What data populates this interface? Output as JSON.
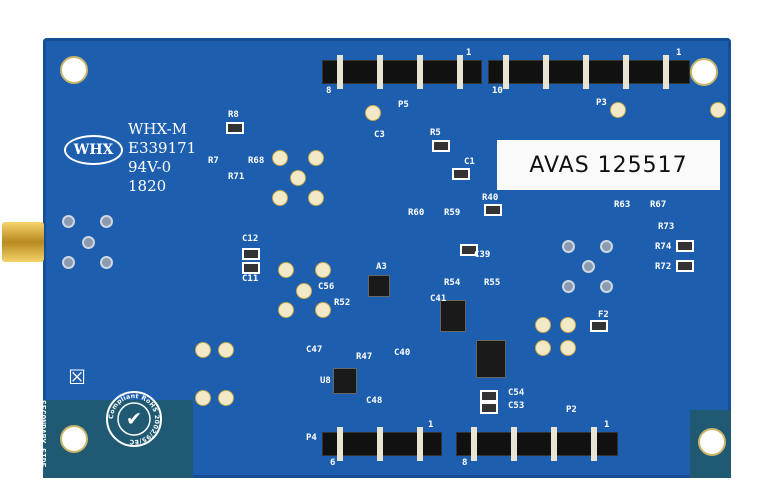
{
  "board": {
    "color": "#1d5fae",
    "id_label": "AVAS 125517",
    "logo": "WHX",
    "marking": [
      "WHX-M",
      "E339171",
      "94V-0",
      "1820"
    ],
    "side_text": "SECONDARY SIDE",
    "rohs": "Compliant RoHS 2002/95/EC"
  },
  "headers": {
    "p5": "P5",
    "p3": "P3",
    "p4": "P4",
    "p2": "P2",
    "p5_pin_a": "8",
    "p5_pin_b": "1",
    "p3_pin_a": "10",
    "p3_pin_b": "1",
    "p4_pin_a": "6",
    "p4_pin_b": "1",
    "p2_pin_a": "8",
    "p2_pin_b": "1"
  },
  "refdes": [
    "R8",
    "R7",
    "R68",
    "R71",
    "C3",
    "R5",
    "C1",
    "C12",
    "C11",
    "R40",
    "R60",
    "R59",
    "C39",
    "R63",
    "R67",
    "R73",
    "R74",
    "R72",
    "F2",
    "C54",
    "C53",
    "U8",
    "C48",
    "C47",
    "C56",
    "A3",
    "R55",
    "R54",
    "C41",
    "C40",
    "R47",
    "R52"
  ]
}
